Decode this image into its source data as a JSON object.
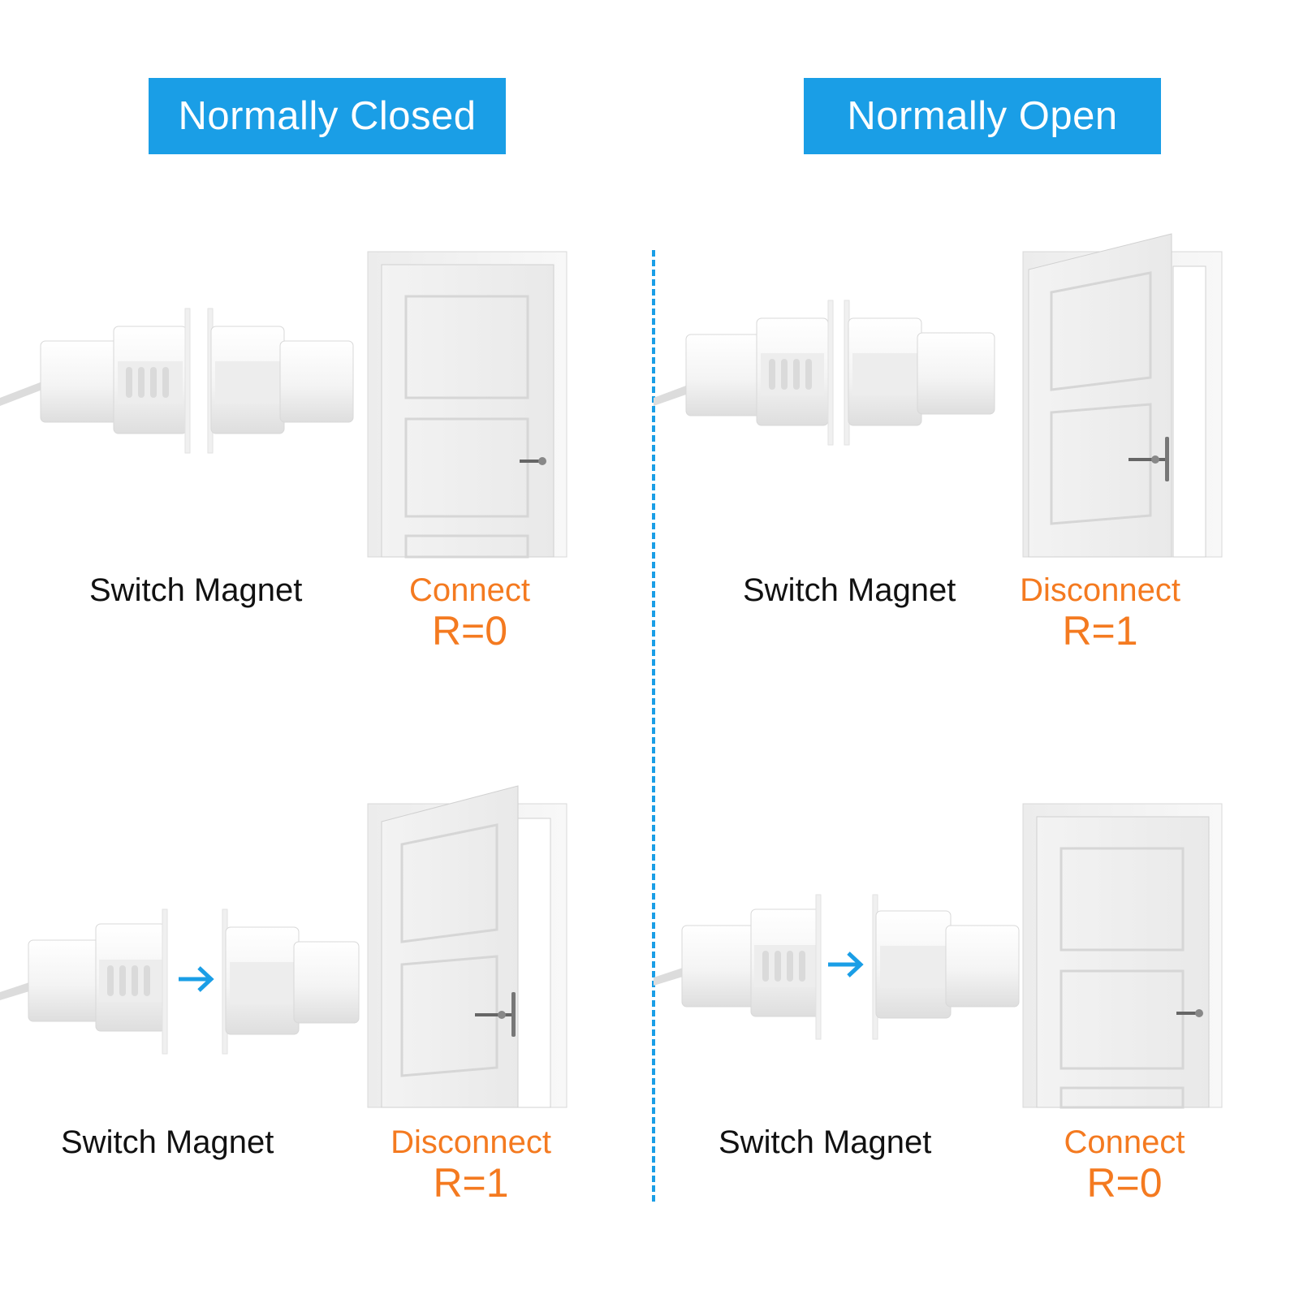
{
  "headers": {
    "left": "Normally Closed",
    "right": "Normally Open"
  },
  "panels": [
    {
      "id": "nc-closed",
      "magnet_label": "Switch Magnet",
      "state": "Connect",
      "resistance": "R=0",
      "door": "closed"
    },
    {
      "id": "no-closed",
      "magnet_label": "Switch Magnet",
      "state": "Disconnect",
      "resistance": "R=1",
      "door": "open"
    },
    {
      "id": "nc-open",
      "magnet_label": "Switch Magnet",
      "state": "Disconnect",
      "resistance": "R=1",
      "door": "open"
    },
    {
      "id": "no-open",
      "magnet_label": "Switch Magnet",
      "state": "Connect",
      "resistance": "R=0",
      "door": "closed"
    }
  ],
  "colors": {
    "header_bg": "#1a9ee6",
    "header_text": "#ffffff",
    "accent": "#f47a20",
    "divider": "#1a9ee6",
    "arrow": "#1a9ee6"
  },
  "icons": [
    "arrow-right-icon",
    "door-icon",
    "reed-switch-icon",
    "magnet-icon",
    "door-handle-icon"
  ]
}
